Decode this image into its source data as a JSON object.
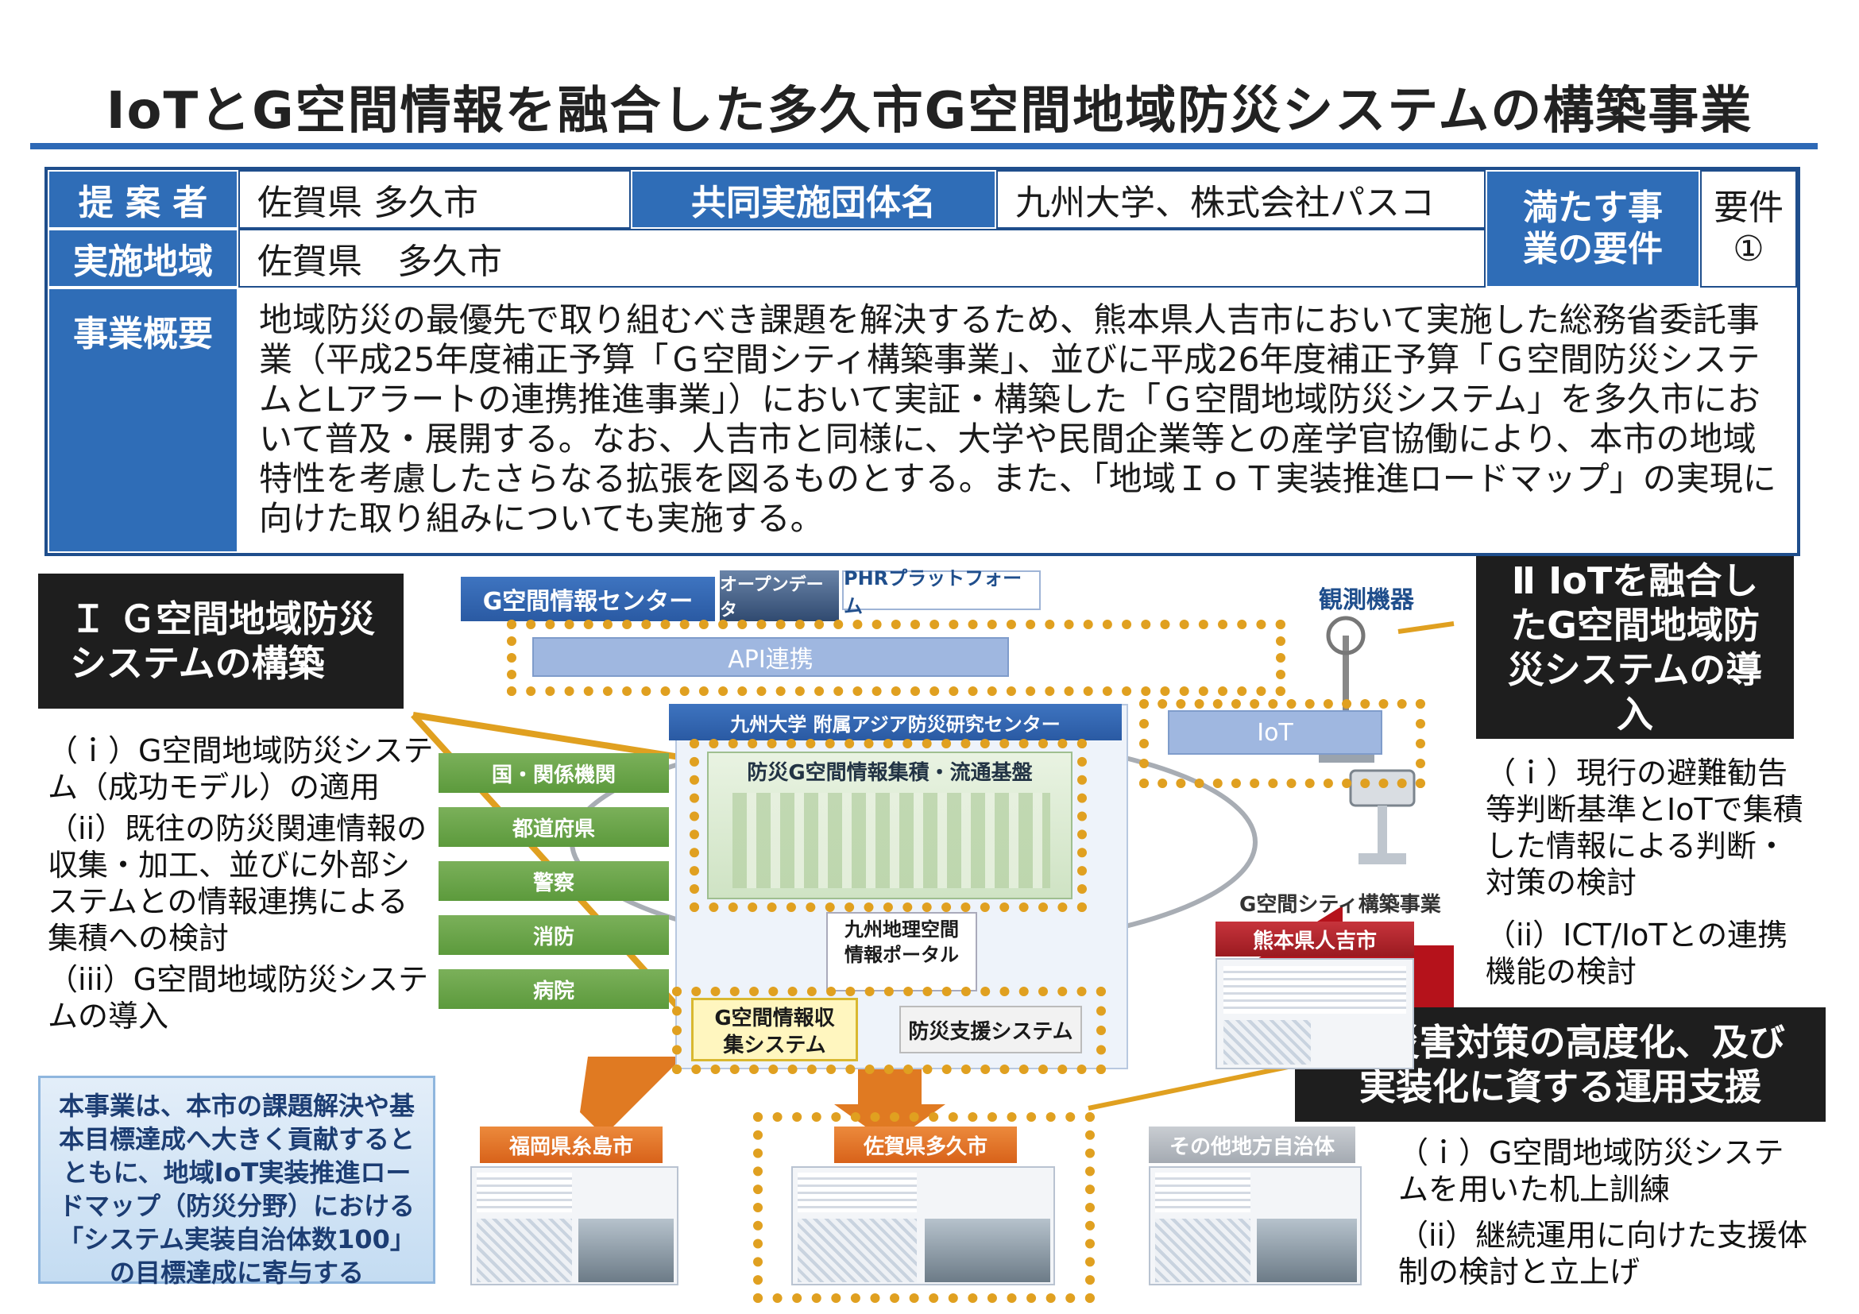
{
  "title": "IoTとG空間情報を融合した多久市G空間地域防災システムの構築事業",
  "table": {
    "proposer_label": "提 案 者",
    "proposer": "佐賀県 多久市",
    "partner_label": "共同実施団体名",
    "partner": "九州大学、株式会社パスコ",
    "req_label": "満たす事業の要件",
    "req_value": "要件①",
    "area_label": "実施地域",
    "area": "佐賀県　多久市",
    "overview_label": "事業概要",
    "overview": "地域防災の最優先で取り組むべき課題を解決するため、熊本県人吉市において実施した総務省委託事業（平成25年度補正予算「Ｇ空間シティ構築事業」、並びに平成26年度補正予算「Ｇ空間防災システムとLアラートの連携推進事業」）において実証・構築した「Ｇ空間地域防災システム」を多久市において普及・展開する。なお、人吉市と同様に、大学や民間企業等との産学官協働により、本市の地域特性を考慮したさらなる拡張を図るものとする。また、「地域ＩｏＴ実装推進ロードマップ」の実現に向けた取り組みについても実施する。"
  },
  "section1": {
    "heading": "Ｉ Ｇ空間地域防災システムの構築",
    "items": [
      "（ｉ）G空間地域防災システム（成功モデル）の適用",
      "（ii）既往の防災関連情報の収集・加工、並びに外部システムとの情報連携による集積への検討",
      "（iii）G空間地域防災システムの導入"
    ]
  },
  "section2": {
    "heading": "Ⅱ IoTを融合したG空間地域防災システムの導入",
    "items": [
      "（ｉ）現行の避難勧告等判断基準とIoTで集積した情報による判断・対策の検討",
      "（ii）ICT/IoTとの連携機能の検討"
    ]
  },
  "section3": {
    "heading": "Ⅲ 災害対策の高度化、及び実装化に資する運用支援",
    "items": [
      "（ｉ）G空間地域防災システムを用いた机上訓練",
      "（ii）継続運用に向けた支援体制の検討と立上げ"
    ]
  },
  "diagram": {
    "gcenter": "G空間情報センター",
    "opendata": "オープンデータ",
    "phr": "PHRプラットフォーム",
    "api": "API連携",
    "sensors": "観測機器",
    "iot": "IoT",
    "kyushu": "九州大学 附属アジア防災研究センター",
    "platform": "防災G空間情報集積・流通基盤",
    "agencies": [
      "国・関係機関",
      "都道府県",
      "警察",
      "消防",
      "病院"
    ],
    "portal": "九州地理空間情報ポータル",
    "collect": "G空間情報収集システム",
    "support": "防災支援システム",
    "gcity": "G空間シティ構築事業",
    "hitoyoshi": "熊本県人吉市",
    "itoshima": "福岡県糸島市",
    "taku": "佐賀県多久市",
    "others": "その他地方自治体"
  },
  "note": "本事業は、本市の課題解決や基本目標達成へ大きく貢献するとともに、地域IoT実装推進ロードマップ（防災分野）における「システム実装自治体数100」の目標達成に寄与する"
}
